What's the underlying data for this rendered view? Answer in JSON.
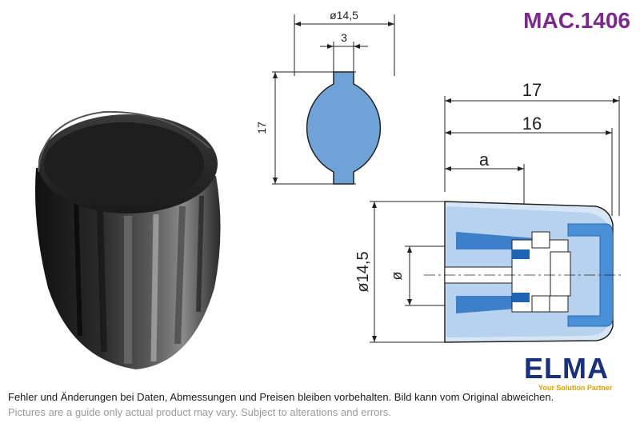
{
  "product": {
    "code": "MAC.1406"
  },
  "front_view": {
    "dim_diameter": "ø14,5",
    "dim_slot": "3",
    "dim_height": "17"
  },
  "side_view": {
    "dim_total": "17",
    "dim_inner": "16",
    "dim_a": "a",
    "dim_outer_diameter": "ø14,5",
    "dim_shaft_diameter": "ø"
  },
  "brand": {
    "name": "ELMA",
    "tagline": "Your Solution Partner"
  },
  "footer": {
    "disclaimer_de": "Fehler und Änderungen bei Daten, Abmessungen und Preisen bleiben vorbehalten. Bild kann vom Original abweichen.",
    "disclaimer_en": "Pictures are a guide only actual product may vary. Subject to alterations and errors."
  },
  "colors": {
    "code": "#7a2a8e",
    "brand": "#17317f",
    "tagline": "#e0a100",
    "drawing_fill": "#6fa3d8"
  }
}
